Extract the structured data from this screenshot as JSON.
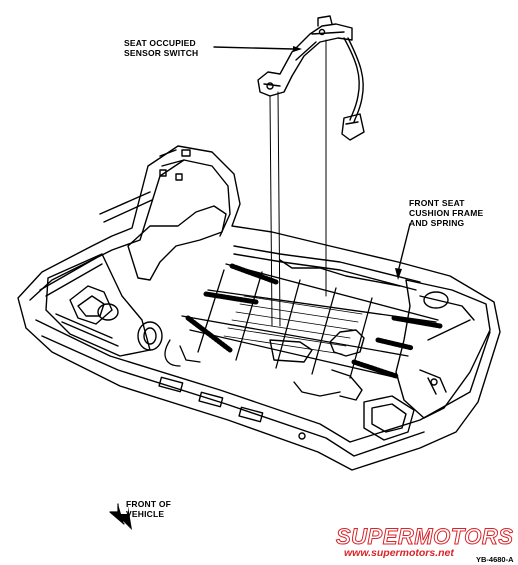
{
  "labels": {
    "switch_line1": "SEAT OCCUPIED",
    "switch_line2": "SENSOR SWITCH",
    "frame_line1": "FRONT SEAT",
    "frame_line2": "CUSHION FRAME",
    "frame_line3": "AND SPRING",
    "front_line1": "FRONT OF",
    "front_line2": "VEHICLE",
    "part_number": "YB-4680-A"
  },
  "watermark": {
    "brand": "SUPERMOTORS",
    "url": "www.supermotors.net",
    "color": "#d8252a"
  }
}
